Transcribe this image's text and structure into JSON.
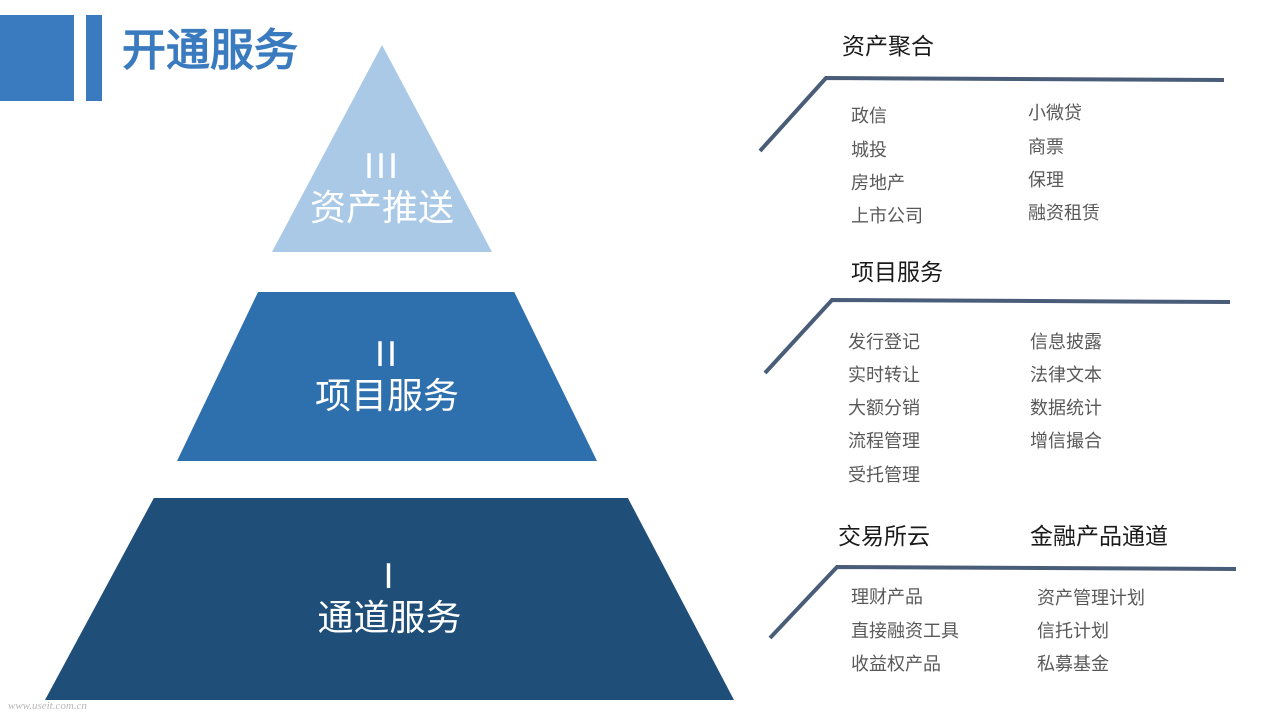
{
  "header": {
    "title": "开通服务"
  },
  "pyramid": {
    "tiers": [
      {
        "numeral": "III",
        "name": "资产推送",
        "color": "#a9c9e7"
      },
      {
        "numeral": "II",
        "name": "项目服务",
        "color": "#2e6fae"
      },
      {
        "numeral": "I",
        "name": "通道服务",
        "color": "#1f4e78"
      }
    ]
  },
  "panels": {
    "asset_aggregation": {
      "heading": "资产聚合",
      "left": [
        "政信",
        "城投",
        "房地产",
        "上市公司"
      ],
      "right": [
        "小微贷",
        "商票",
        "保理",
        "融资租赁"
      ]
    },
    "project_service": {
      "heading": "项目服务",
      "left": [
        "发行登记",
        "实时转让",
        "大额分销",
        "流程管理",
        "受托管理"
      ],
      "right": [
        "信息披露",
        "法律文本",
        "数据统计",
        "增信撮合"
      ]
    },
    "channel": {
      "heading_left": "交易所云",
      "heading_right": "金融产品通道",
      "left": [
        "理财产品",
        "直接融资工具",
        "收益权产品"
      ],
      "right": [
        "资产管理计划",
        "信托计划",
        "私募基金"
      ]
    }
  },
  "watermark": "www.useit.com.cn",
  "colors": {
    "accent": "#3a7bbf",
    "connector": "#4a5d78"
  }
}
